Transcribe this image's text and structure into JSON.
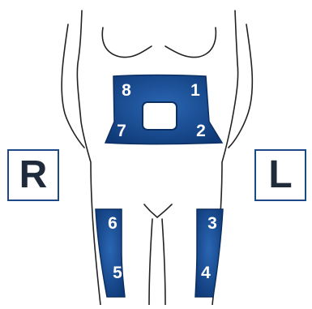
{
  "side_labels": {
    "right": "R",
    "left": "L"
  },
  "zones": [
    {
      "id": "1",
      "label": "1"
    },
    {
      "id": "2",
      "label": "2"
    },
    {
      "id": "3",
      "label": "3"
    },
    {
      "id": "4",
      "label": "4"
    },
    {
      "id": "5",
      "label": "5"
    },
    {
      "id": "6",
      "label": "6"
    },
    {
      "id": "7",
      "label": "7"
    },
    {
      "id": "8",
      "label": "8"
    }
  ],
  "colors": {
    "zone_fill_dark": "#0f3a78",
    "zone_fill_light": "#2a66b3",
    "zone_outline": "#0b2f62",
    "label_text": "#ffffff",
    "body_outline": "#222222",
    "side_box_border": "#1d4a87",
    "side_box_text": "#1f2a3a"
  }
}
